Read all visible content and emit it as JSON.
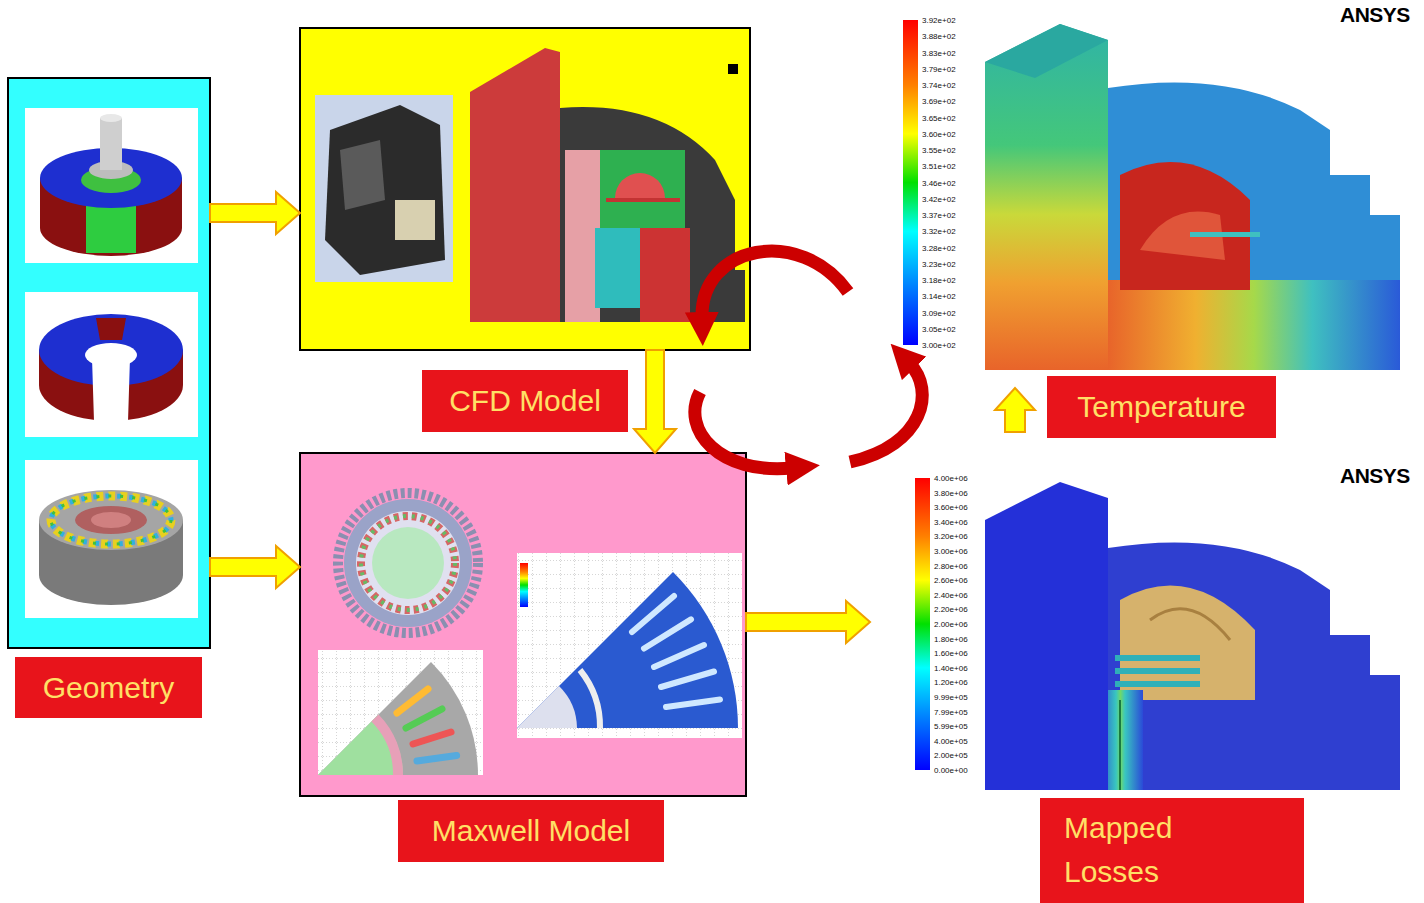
{
  "diagram": {
    "nodes": [
      {
        "text": [
          "Geometry"
        ]
      },
      {
        "text": [
          "CFD Model"
        ]
      },
      {
        "text": [
          "Maxwell Model"
        ]
      },
      {
        "text": [
          "Temperature"
        ]
      },
      {
        "text": [
          "Mapped Losses"
        ]
      }
    ],
    "edges": [
      {
        "from": 0,
        "to": 1,
        "arrow": "to"
      },
      {
        "from": 0,
        "to": 2,
        "arrow": "to"
      },
      {
        "from": 1,
        "to": 2,
        "arrow": "to"
      },
      {
        "from": 2,
        "to": 4,
        "arrow": "to"
      }
    ],
    "labels": [
      "ANSYS",
      "3.92e+02",
      "3.88e+02",
      "3.83e+02",
      "3.79e+02",
      "3.74e+02",
      "3.69e+02",
      "3.65e+02",
      "3.60e+02",
      "3.55e+02",
      "3.51e+02",
      "3.46e+02",
      "3.42e+02",
      "3.37e+02",
      "3.32e+02",
      "3.28e+02",
      "3.23e+02",
      "3.18e+02",
      "3.14e+02",
      "3.09e+02",
      "3.05e+02",
      "3.00e+02",
      "ANSYS",
      "4.00e+06",
      "3.80e+06",
      "3.60e+06",
      "3.40e+06",
      "3.20e+06",
      "3.00e+06",
      "2.80e+06",
      "2.60e+06",
      "2.40e+06",
      "2.20e+06",
      "2.00e+06",
      "1.80e+06",
      "1.60e+06",
      "1.40e+06",
      "1.20e+06",
      "9.99e+05",
      "7.99e+05",
      "5.99e+05",
      "4.00e+05",
      "2.00e+05",
      "0.00e+00"
    ]
  }
}
